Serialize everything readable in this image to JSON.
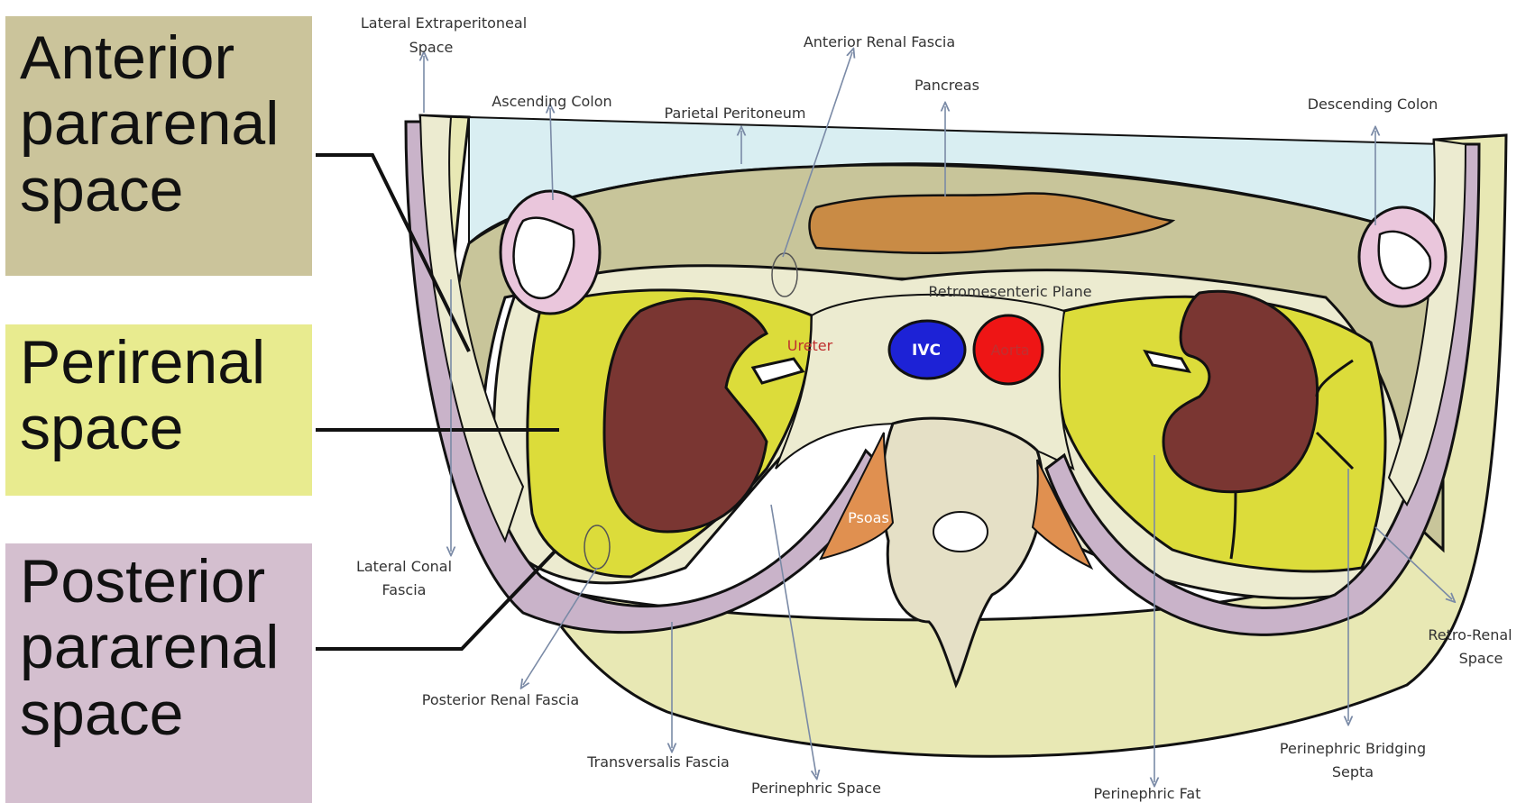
{
  "legend": {
    "anterior": [
      "Anterior",
      "pararenal",
      "space"
    ],
    "perirenal": [
      "Perirenal",
      "space"
    ],
    "posterior": [
      "Posterior",
      "pararenal",
      "space"
    ]
  },
  "labels": {
    "lateral_extraperitoneal": [
      "Lateral Extraperitoneal",
      "Space"
    ],
    "anterior_renal_fascia": "Anterior Renal Fascia",
    "pancreas": "Pancreas",
    "ascending_colon": "Ascending Colon",
    "parietal_peritoneum": "Parietal Peritoneum",
    "descending_colon": "Descending Colon",
    "retromesenteric_plane": "Retromesenteric Plane",
    "ureter": "Ureter",
    "ivc": "IVC",
    "aorta": "Aorta",
    "psoas": "Psoas",
    "lateral_conal_fascia": [
      "Lateral Conal",
      "Fascia"
    ],
    "posterior_renal_fascia": "Posterior Renal Fascia",
    "transversalis_fascia": "Transversalis Fascia",
    "perinephric_space": "Perinephric Space",
    "perinephric_fat": "Perinephric Fat",
    "perinephric_bridging_septa": [
      "Perinephric Bridging",
      "Septa"
    ],
    "retro_renal_space": [
      "Retro-Renal",
      "Space"
    ]
  },
  "colors": {
    "anterior_box": "#cbc49b",
    "perirenal_box": "#e8eb8f",
    "posterior_box": "#d4bfcf",
    "kidney": "#7a3632",
    "ivc": "#1d22d6",
    "aorta": "#ee1515",
    "pancreas": "#c98b45",
    "fat": "#dcdc3a",
    "body": "#e8e8b4"
  }
}
